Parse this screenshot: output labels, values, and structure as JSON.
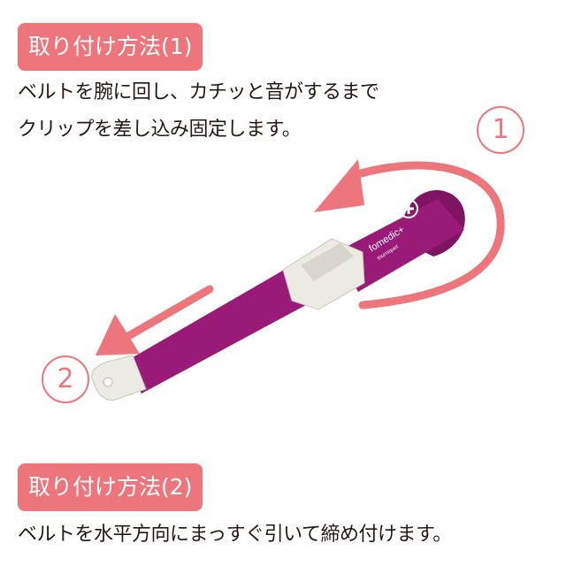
{
  "step1": {
    "label": "取り付け方法(1)",
    "lines": [
      "ベルトを腕に回し、カチッと音がするまで",
      "クリップを差し込み固定します。"
    ],
    "marker": "1"
  },
  "step2": {
    "label": "取り付け方法(2)",
    "lines": [
      "ベルトを水平方向にまっすぐ引いて締め付けます。"
    ],
    "marker": "2"
  },
  "product": {
    "brand": "fomedic+",
    "subtitle": "tourniquet"
  },
  "colors": {
    "accent": "#ec767b",
    "strap": "#9a1a78",
    "buckle": "#ecebe3"
  }
}
